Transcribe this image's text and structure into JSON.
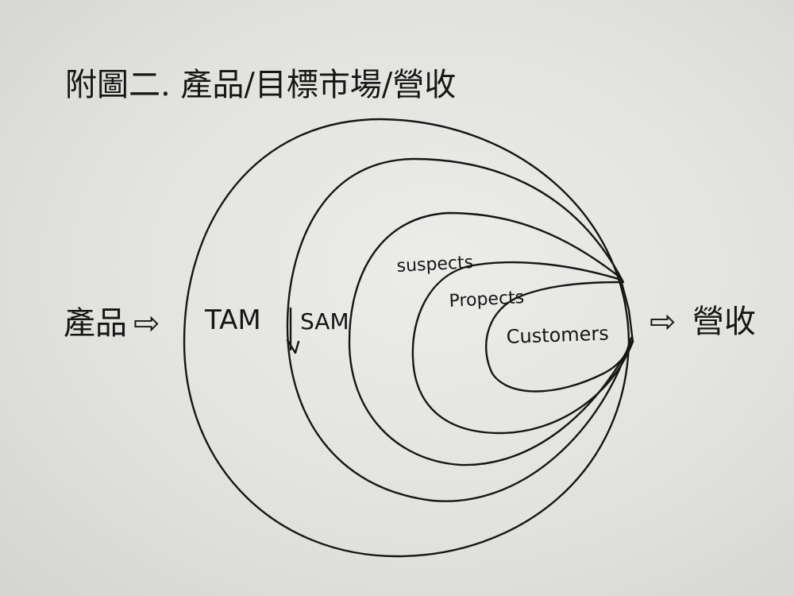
{
  "title": "附圖二. 產品/目標市場/營收",
  "input_label": "產品",
  "output_label": "營收",
  "arrow_glyph": "⇨",
  "rings": {
    "tam": "TAM",
    "sam": "SAM",
    "suspects": "suspects",
    "prospects": "Propects",
    "customers": "Customers"
  },
  "colors": {
    "ink": "#161616",
    "paper": "#e6e6e3"
  }
}
